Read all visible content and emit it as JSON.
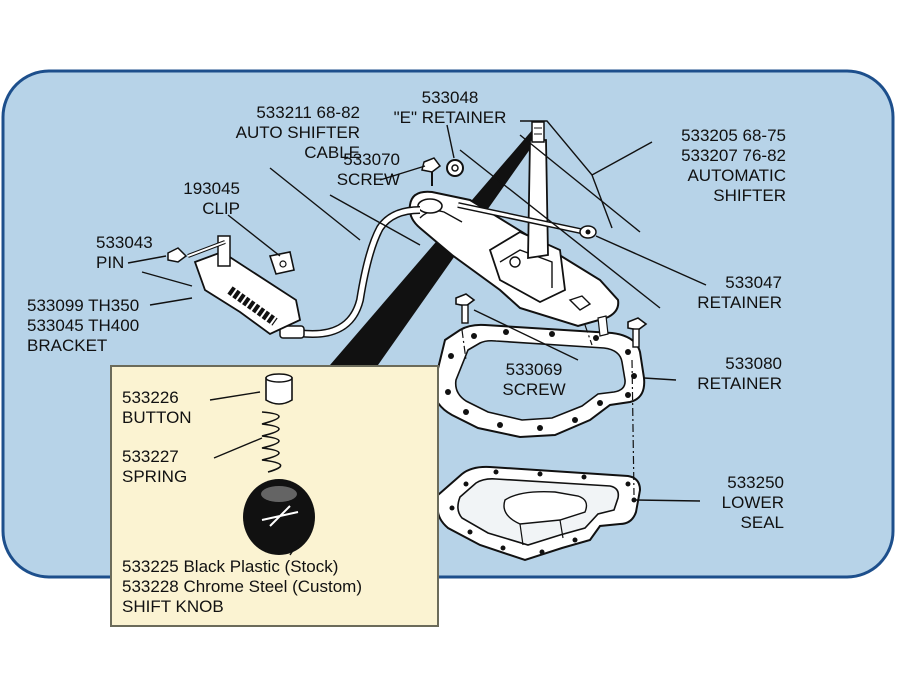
{
  "colors": {
    "panel_fill": "#b7d3e8",
    "panel_border": "#1d4f8c",
    "inset_fill": "#fbf3d2",
    "inset_border": "#6b6b5a",
    "line": "#111111",
    "part_fill": "#ffffff"
  },
  "labels": {
    "e_retainer": {
      "part": "533048",
      "name": "\"E\" RETAINER"
    },
    "cable": {
      "part": "533211  68-82",
      "name1": "AUTO SHIFTER",
      "name2": "CABLE"
    },
    "screw_top": {
      "part": "533070",
      "name": "SCREW"
    },
    "clip": {
      "part": "193045",
      "name": "CLIP"
    },
    "pin": {
      "part": "533043",
      "name": "PIN"
    },
    "bracket": {
      "line1": "533099 TH350",
      "line2": "533045 TH400",
      "name": "BRACKET"
    },
    "shifter": {
      "line1": "533205  68-75",
      "line2": "533207  76-82",
      "name1": "AUTOMATIC",
      "name2": "SHIFTER"
    },
    "retainer_47": {
      "part": "533047",
      "name": "RETAINER"
    },
    "screw_69": {
      "part": "533069",
      "name": "SCREW"
    },
    "retainer_80": {
      "part": "533080",
      "name": "RETAINER"
    },
    "lower_seal": {
      "part": "533250",
      "name1": "LOWER",
      "name2": "SEAL"
    },
    "button": {
      "part": "533226",
      "name": "BUTTON"
    },
    "spring": {
      "part": "533227",
      "name": "SPRING"
    },
    "knob": {
      "line1": "533225 Black Plastic (Stock)",
      "line2": "533228 Chrome Steel (Custom)",
      "name": "SHIFT KNOB"
    }
  }
}
